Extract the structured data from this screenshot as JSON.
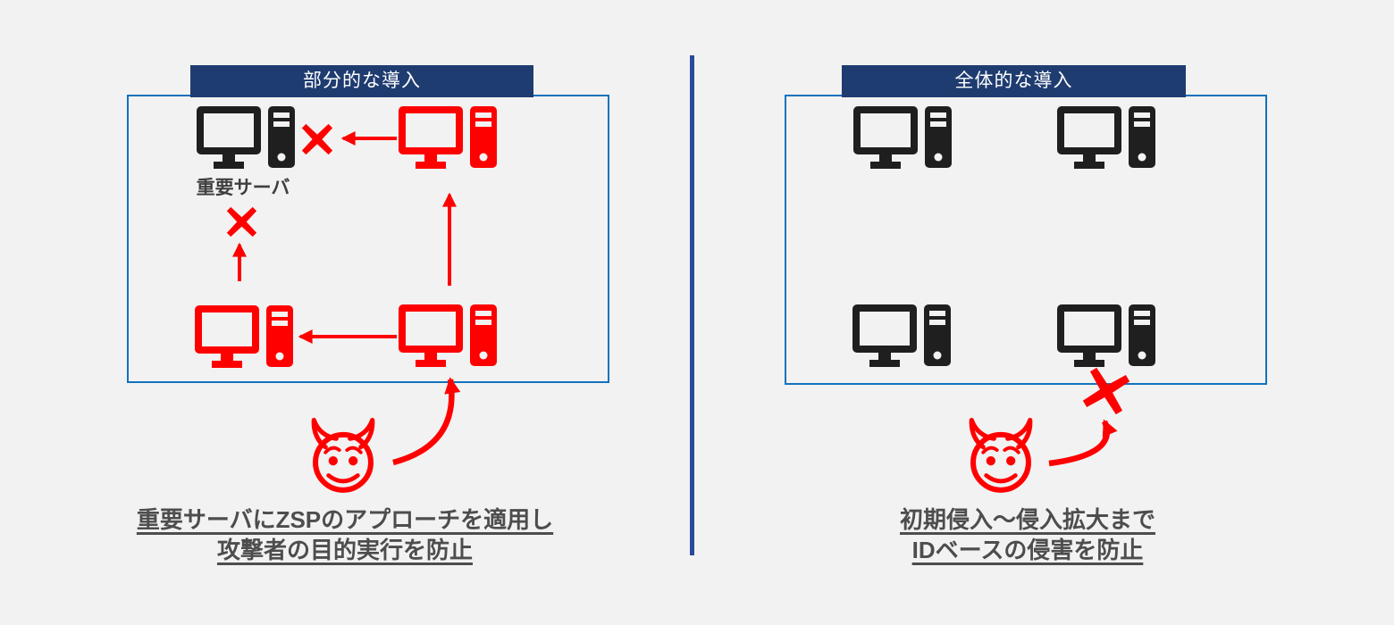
{
  "colors": {
    "background": "#F2F2F2",
    "banner_navy": "#1F3C70",
    "panel_border_blue": "#1172BE",
    "divider_navy": "#2A4A9B",
    "attack_red": "#FF0000",
    "device_black": "#1F1F1F",
    "caption_gray": "#4D4D4D"
  },
  "left_panel": {
    "title": "部分的な導入",
    "server_label": "重要サーバ",
    "caption_line1": "重要サーバにZSPのアプローチを適用し",
    "caption_line2": "攻撃者の目的実行を防止",
    "icons": [
      "computer-icon",
      "devil-icon",
      "blocked-x-icon",
      "attack-arrow"
    ]
  },
  "right_panel": {
    "title": "全体的な導入",
    "caption_line1": "初期侵入～侵入拡大まで",
    "caption_line2": "IDベースの侵害を防止",
    "icons": [
      "computer-icon",
      "devil-icon",
      "blocked-x-icon",
      "attack-arrow"
    ]
  }
}
